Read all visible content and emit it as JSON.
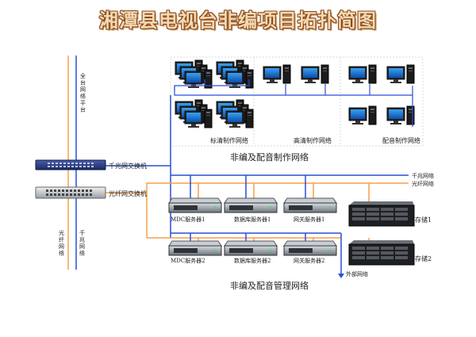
{
  "title": "湘潭县电视台非编项目拓扑简图",
  "labels": {
    "full_platform": "全台网络平台",
    "gigabit_switch": "千兆网交换机",
    "fiber_switch": "光纤网交换机",
    "sd_network": "标清制作网络",
    "hd_network": "高清制作网络",
    "dubbing_network": "配音制作网络",
    "production_network": "非编及配音制作网络",
    "management_network": "非编及配音管理网络",
    "gigabit_network": "千兆网络",
    "fiber_network": "光纤网络",
    "external_network": "外部网络",
    "fiber_vertical": "光纤网络",
    "gigabit_vertical": "千兆网络"
  },
  "servers": {
    "row1": [
      "MDC服务器1",
      "数据库服务器1",
      "网关服务器1"
    ],
    "row2": [
      "MDC服务器2",
      "数据库服务器2",
      "网关服务器2"
    ]
  },
  "storage": [
    "存储1",
    "存储2"
  ],
  "colors": {
    "gigabit": "#2b4ed6",
    "fiber": "#f5a04a",
    "title_fill": "#f3d9b3",
    "title_stroke": "#8a4a1c"
  }
}
